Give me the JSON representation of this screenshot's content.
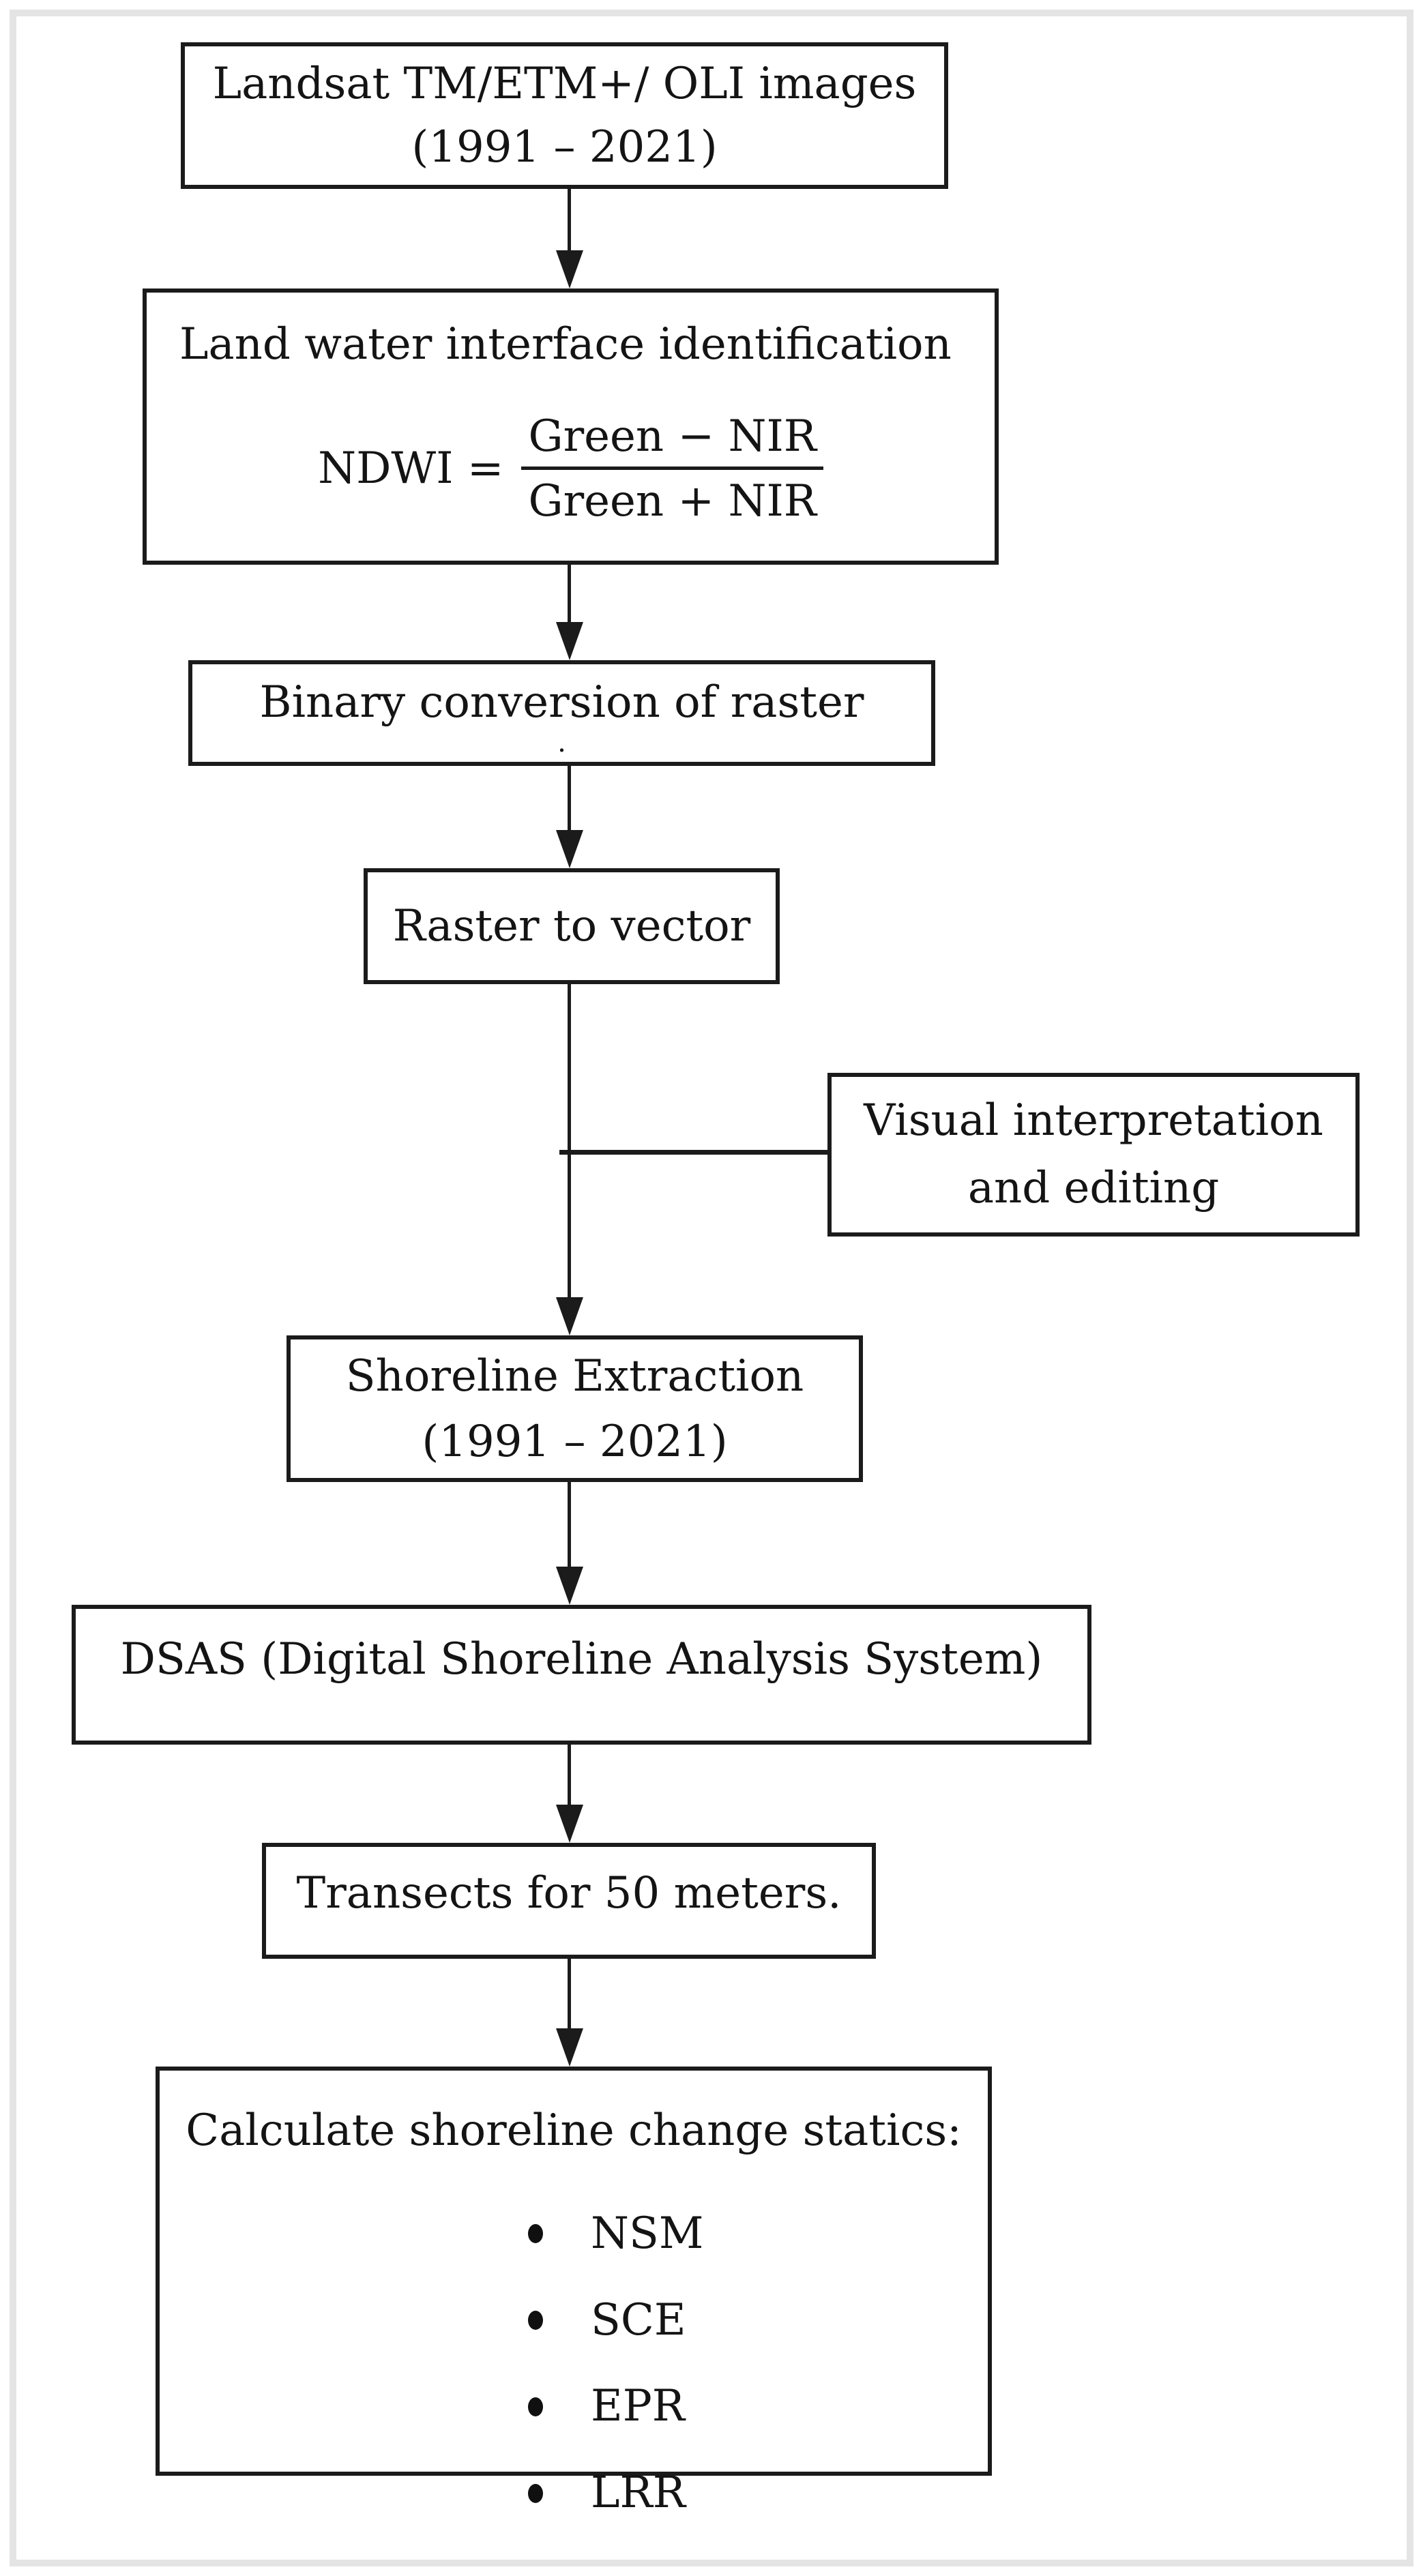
{
  "nodes": {
    "landsat": {
      "line1": "Landsat TM/ETM+/ OLI images",
      "line2": "(1991 – 2021)"
    },
    "land_water": {
      "heading": "Land water interface identification",
      "equation": {
        "lhs": "NDWI =",
        "numerator": "Green − NIR",
        "denominator": "Green + NIR"
      }
    },
    "binary": {
      "label": "Binary conversion of raster",
      "stray": "."
    },
    "raster_vector": {
      "label": "Raster to vector"
    },
    "visual": {
      "line1": "Visual interpretation",
      "line2": "and editing"
    },
    "shoreline": {
      "line1": "Shoreline Extraction",
      "line2": "(1991 – 2021)"
    },
    "dsas": {
      "label": "DSAS (Digital Shoreline Analysis System)"
    },
    "transects": {
      "label": "Transects for 50 meters."
    },
    "calculate": {
      "heading": "Calculate shoreline change statics:",
      "bullets": [
        "NSM",
        "SCE",
        "EPR",
        "LRR"
      ]
    }
  },
  "colors": {
    "line": "#1b1b1b",
    "box_border": "#1b1b1b",
    "frame": "#e4e4e4",
    "background": "#ffffff",
    "text": "#141414"
  }
}
